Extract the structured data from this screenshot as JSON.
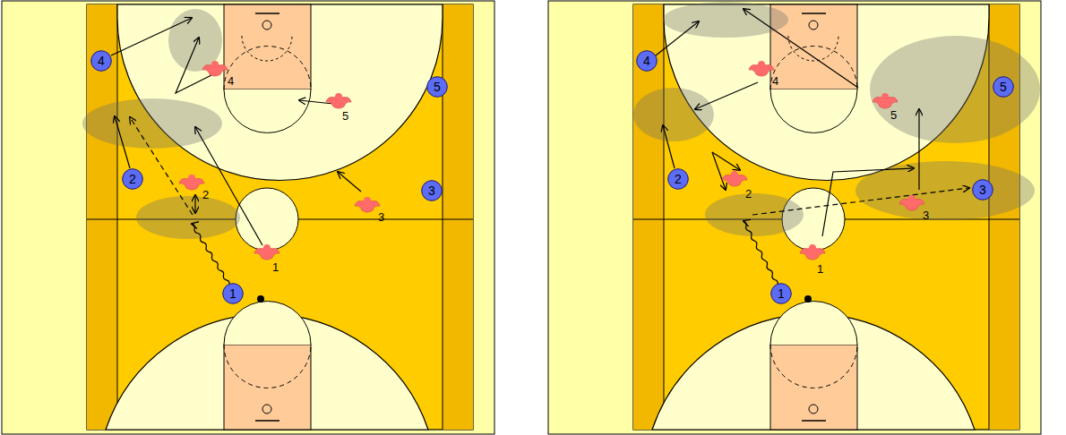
{
  "diagram": {
    "nodes": [
      {
        "text": [
          "4"
        ]
      },
      {
        "text": [
          "5"
        ]
      },
      {
        "text": [
          "2"
        ]
      },
      {
        "text": [
          "3"
        ]
      },
      {
        "text": [
          "1"
        ]
      },
      {
        "text": [
          "4"
        ]
      },
      {
        "text": [
          "5"
        ]
      },
      {
        "text": [
          "2"
        ]
      },
      {
        "text": [
          "3"
        ]
      },
      {
        "text": [
          "1"
        ]
      }
    ],
    "labels": [
      "4",
      "5",
      "2",
      "3",
      "1",
      "4",
      "5",
      "2",
      "3",
      "1"
    ]
  }
}
